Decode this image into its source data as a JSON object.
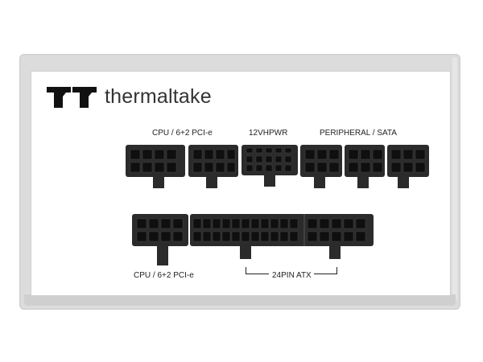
{
  "brand": {
    "name": "thermaltake",
    "logo_icon": "tt-logo-icon"
  },
  "labels": {
    "top_cpu": "CPU / 6+2 PCI-e",
    "top_12vhpwr": "12VHPWR",
    "top_peripheral": "PERIPHERAL / SATA",
    "bottom_cpu": "CPU / 6+2 PCI-e",
    "bottom_24pin": "24PIN ATX"
  },
  "colors": {
    "connector": "#2b2b2b",
    "panel": "#ffffff",
    "frame": "#dcdcdc"
  }
}
